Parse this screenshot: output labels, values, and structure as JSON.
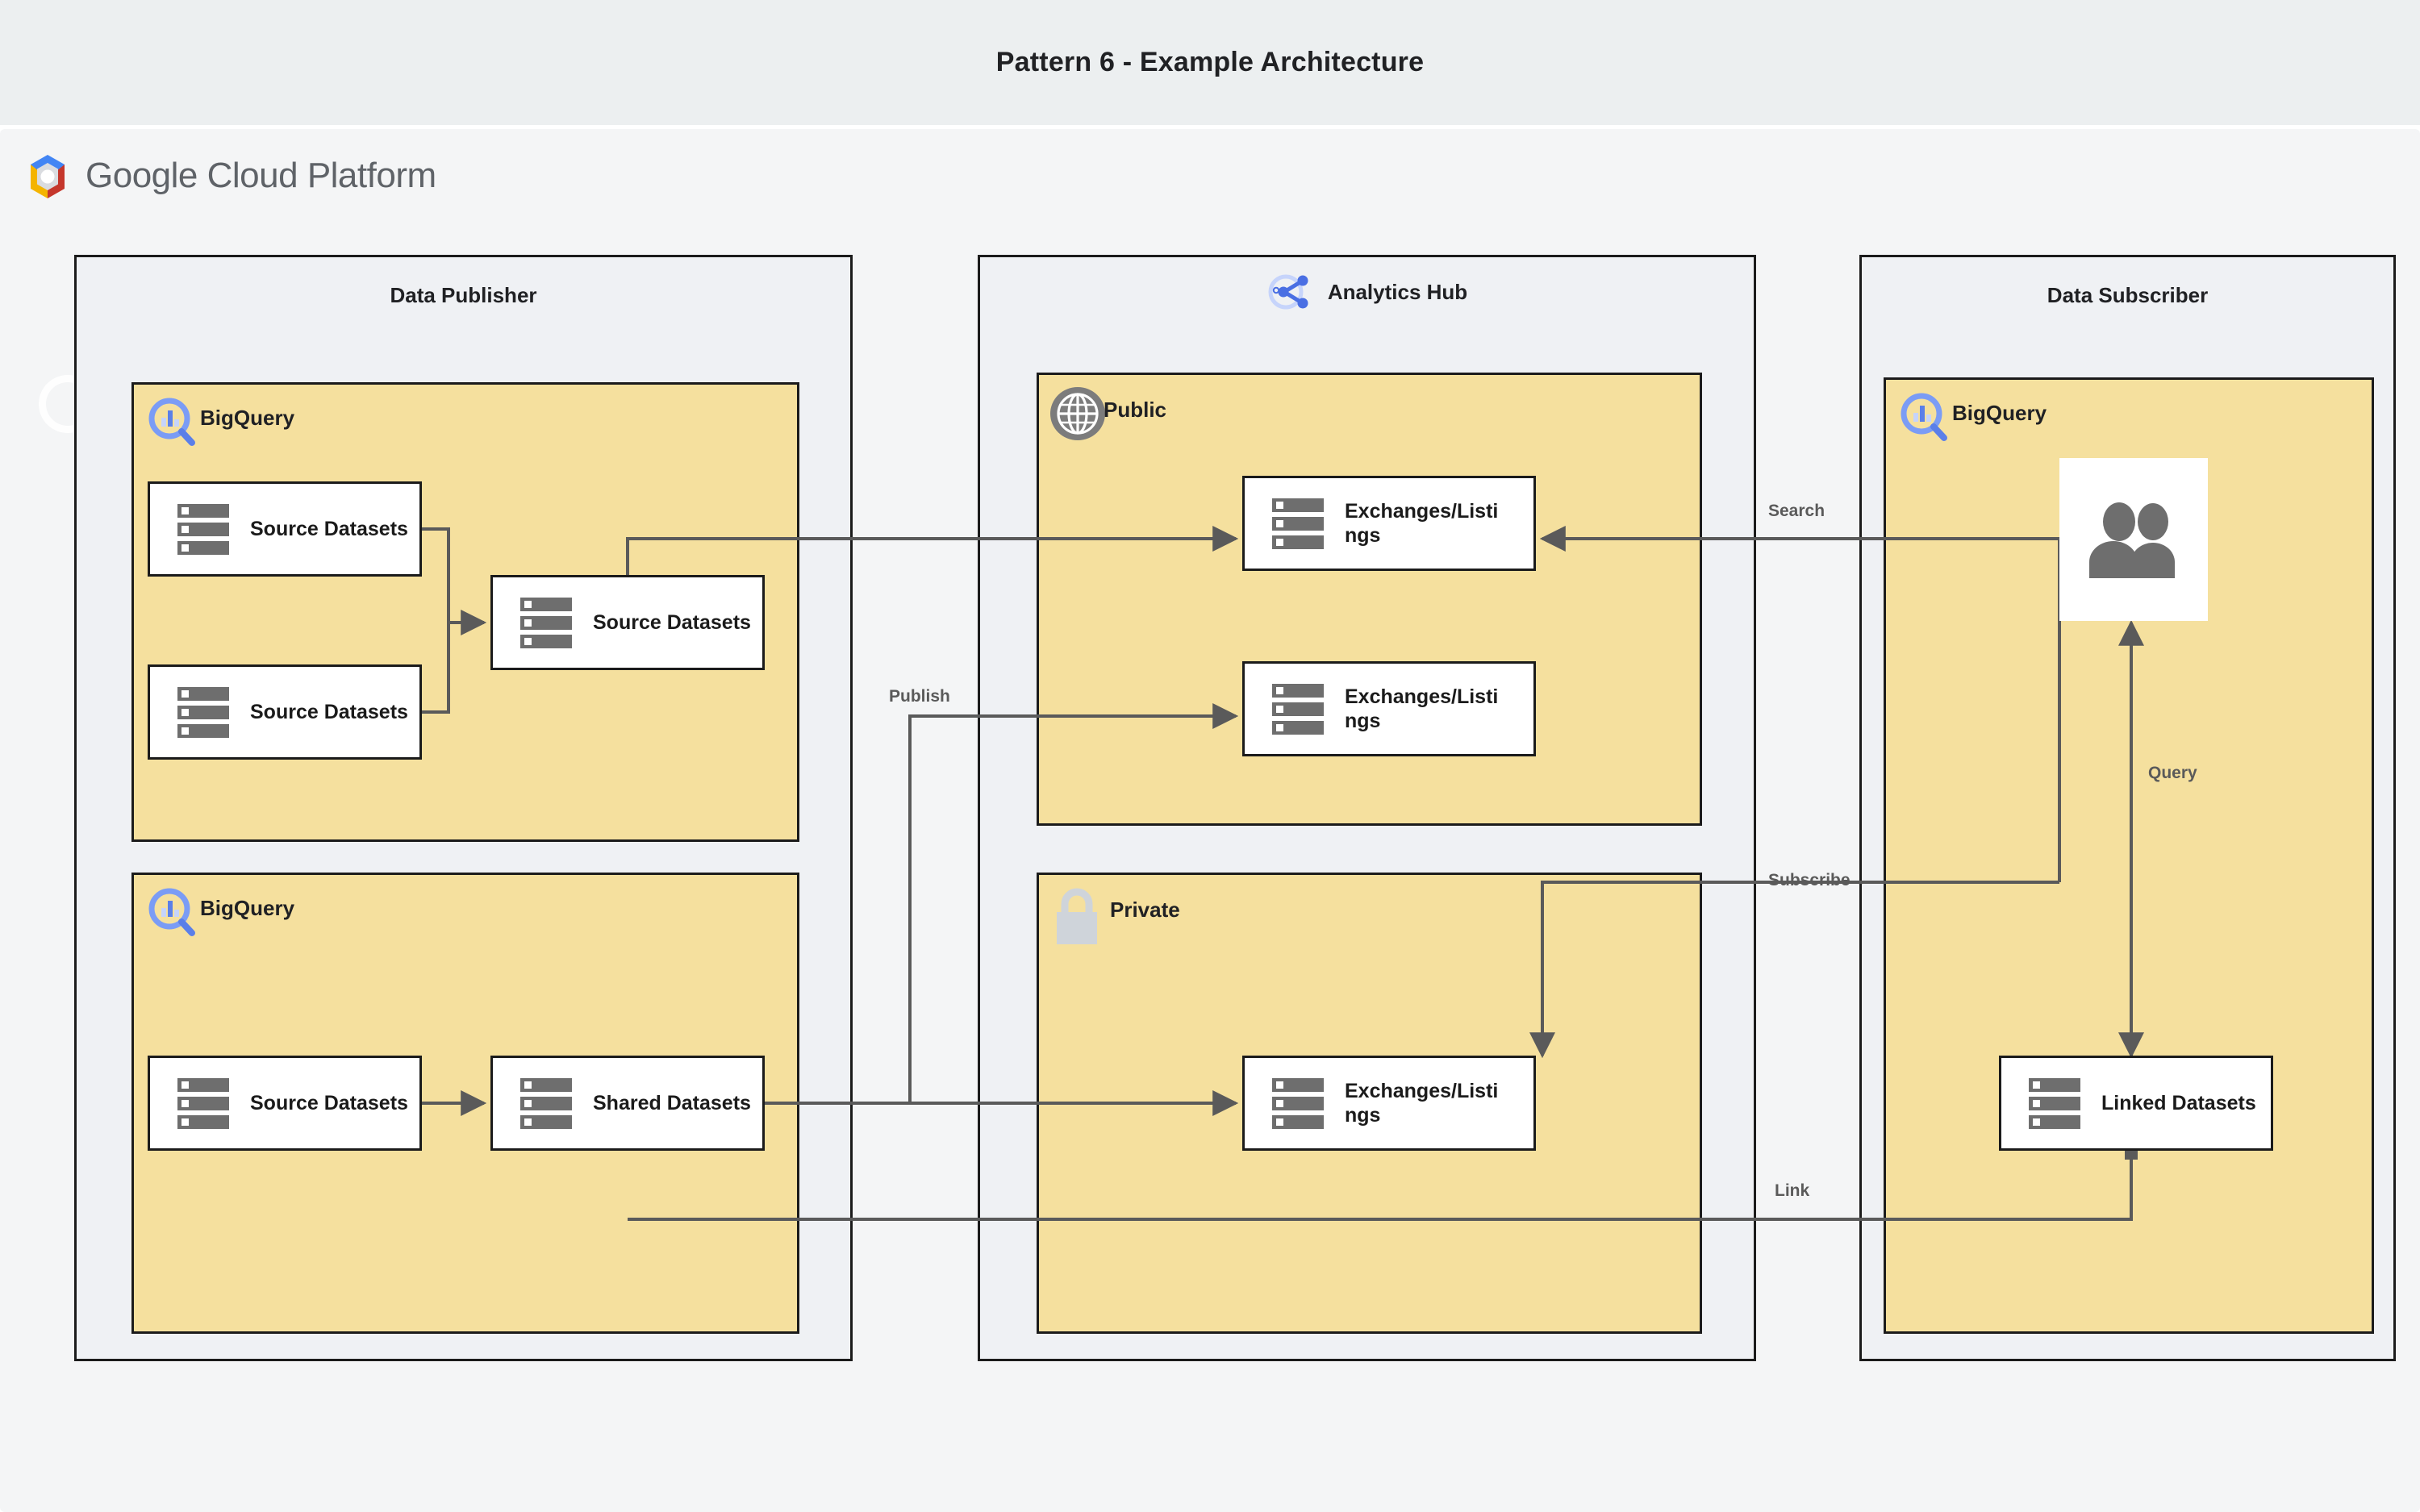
{
  "page": {
    "title": "Pattern 6 - Example Architecture",
    "background_color": "#F4F5F6",
    "title_band_color": "#ECEFF0"
  },
  "brand": {
    "logo_word_1": "Google",
    "logo_word_2": "Cloud Platform",
    "logo_icon": "google-cloud-hexagon-icon",
    "logo_colors": {
      "blue": "#4285F4",
      "red": "#C5372C",
      "yellow": "#F4B400",
      "grey": "#DADCE0"
    }
  },
  "theme": {
    "group_fill": "#F5E09E",
    "lane_fill": "#EFF1F4",
    "node_fill": "#FFFFFF",
    "stroke": "#1B1B1B",
    "wire": "#5A5A5A",
    "bigquery_blue": "#7B9CF5",
    "icon_grey": "#6E6E6E",
    "lock_grey": "#CFD4DA"
  },
  "lanes": [
    {
      "id": "publisher",
      "title": "Data Publisher",
      "icon": null
    },
    {
      "id": "hub",
      "title": "Analytics Hub",
      "icon": "analytics-hub-share-icon"
    },
    {
      "id": "subscriber",
      "title": "Data Subscriber",
      "icon": null
    }
  ],
  "groups": [
    {
      "id": "pub-top",
      "label": "BigQuery",
      "icon": "bigquery-icon"
    },
    {
      "id": "pub-bottom",
      "label": "BigQuery",
      "icon": "bigquery-icon"
    },
    {
      "id": "public",
      "label": "Public",
      "icon": "globe-icon"
    },
    {
      "id": "private",
      "label": "Private",
      "icon": "lock-icon"
    },
    {
      "id": "subscriber",
      "label": "BigQuery",
      "icon": "bigquery-icon"
    }
  ],
  "nodes": [
    {
      "id": "src-a",
      "label": "Source Datasets",
      "icon": "dataset-stack-icon"
    },
    {
      "id": "src-b",
      "label": "Source Datasets",
      "icon": "dataset-stack-icon"
    },
    {
      "id": "src-c",
      "label": "Source Datasets",
      "icon": "dataset-stack-icon"
    },
    {
      "id": "src-d",
      "label": "Source Datasets",
      "icon": "dataset-stack-icon"
    },
    {
      "id": "shared",
      "label": "Shared Datasets",
      "icon": "dataset-stack-icon"
    },
    {
      "id": "ex-pub1",
      "label": "Exchanges/Listings",
      "icon": "dataset-stack-icon"
    },
    {
      "id": "ex-pub2",
      "label": "Exchanges/Listings",
      "icon": "dataset-stack-icon"
    },
    {
      "id": "ex-priv",
      "label": "Exchanges/Listings",
      "icon": "dataset-stack-icon"
    },
    {
      "id": "linked",
      "label": "Linked Datasets",
      "icon": "dataset-stack-icon"
    },
    {
      "id": "users",
      "label": "",
      "icon": "users-icon"
    }
  ],
  "edges": [
    {
      "id": "search",
      "label": "Search",
      "from": "users",
      "to": "ex-pub1",
      "arrow": "single"
    },
    {
      "id": "publish",
      "label": "Publish",
      "from": "src-c",
      "to": "ex-pub2",
      "arrow": "single"
    },
    {
      "id": "subscribe",
      "label": "Subscribe",
      "from": "users",
      "to": "ex-priv",
      "arrow": "single"
    },
    {
      "id": "query",
      "label": "Query",
      "from": "users",
      "to": "linked",
      "arrow": "double"
    },
    {
      "id": "link",
      "label": "Link",
      "from": "shared",
      "to": "linked",
      "arrow": "single"
    }
  ]
}
